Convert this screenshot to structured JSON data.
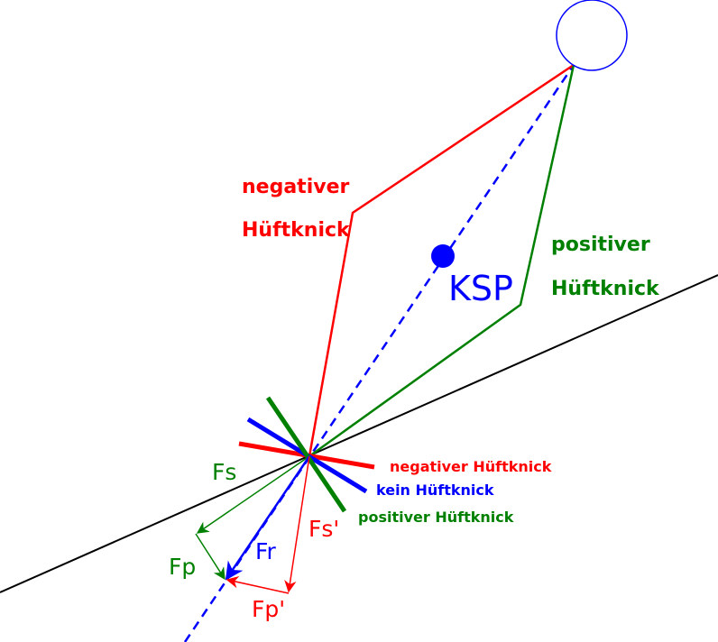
{
  "colors": {
    "negative": "#ff0000",
    "neutral": "#0000ff",
    "positive": "#008000",
    "ground": "#000000"
  },
  "labels": {
    "negative_line1": "negativer",
    "negative_line2": "Hüftknick",
    "positive_line1": "positiver",
    "positive_line2": "Hüftknick",
    "ksp": "KSP",
    "legend_negative": "negativer Hüftknick",
    "legend_neutral": "kein Hüftknick",
    "legend_positive": "positiver Hüftknick",
    "fs": "Fs",
    "fp": "Fp",
    "fr": "Fr",
    "fs_prime": "Fs'",
    "fp_prime": "Fp'"
  }
}
